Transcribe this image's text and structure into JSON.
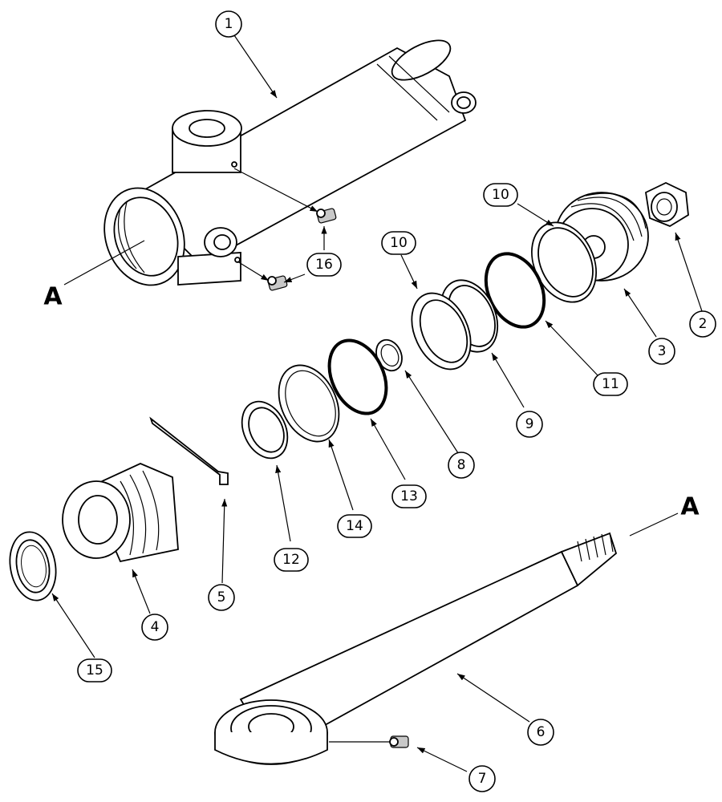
{
  "callouts": {
    "c1": "1",
    "c2": "2",
    "c3": "3",
    "c4": "4",
    "c5": "5",
    "c6": "6",
    "c7": "7",
    "c8": "8",
    "c9": "9",
    "c10a": "10",
    "c10b": "10",
    "c11": "11",
    "c12": "12",
    "c13": "13",
    "c14": "14",
    "c15": "15",
    "c16": "16"
  },
  "section_refs": {
    "left": "A",
    "right": "A"
  },
  "colors": {
    "ink": "#000000",
    "paper": "#ffffff",
    "shade": "#c8c8c8"
  }
}
